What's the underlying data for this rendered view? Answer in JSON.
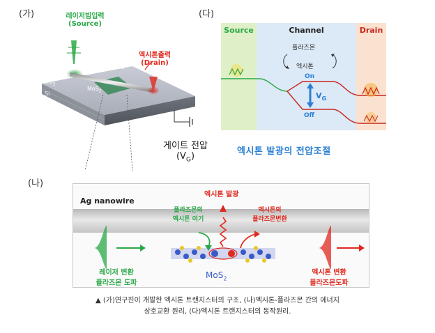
{
  "panel_a": {
    "label": "(가)",
    "source_kr": "레이저빔입력",
    "source_en": "(Source)",
    "drain_kr": "엑시톤출력",
    "drain_en": "(Drain)",
    "wire_label": "Ag nanowire",
    "sio2": "SiO",
    "sio2_sub": "2",
    "si": "Si",
    "mos2": "MoS",
    "mos2_sub": "2",
    "gate_kr": "게이트 전압",
    "gate_vg": "(V",
    "gate_vg_sub": "G",
    "gate_vg_close": ")"
  },
  "panel_c": {
    "label": "(다)",
    "source": "Source",
    "channel": "Channel",
    "drain": "Drain",
    "plasmon": "플라즈몬",
    "exciton": "엑시톤",
    "on": "On",
    "off": "Off",
    "vg": "V",
    "vg_sub": "G",
    "title": "엑시톤 발광의 전압조절",
    "colors": {
      "source_bg": "#dff0c8",
      "channel_bg": "#dce9f6",
      "drain_bg": "#fbe1cf",
      "green": "#2aa848",
      "red": "#c8281e",
      "blue": "#2a7fd4"
    }
  },
  "panel_b": {
    "label": "(나)",
    "wire_label": "Ag nanowire",
    "plasmon_excite_1": "플라즈몬의",
    "plasmon_excite_2": "엑시톤 여기",
    "emission": "엑시톤 발광",
    "exciton_to_plasmon_1": "엑시톤의",
    "exciton_to_plasmon_2": "플라즈몬변환",
    "laser_1": "레이저 변환",
    "laser_2": "플라즈몬 도파",
    "exciton_out_1": "엑시톤 변환",
    "exciton_out_2": "플라즈몬도파",
    "mos2": "MoS",
    "mos2_sub": "2"
  },
  "caption": {
    "line1": "▲ (가)연구진이 개발한 엑시톤 트랜지스터의 구조, (나)엑시톤-플라즈몬 간의 에너지",
    "line2": "상호교환 원리, (다)엑시톤 트랜지스터의 동작원리."
  }
}
